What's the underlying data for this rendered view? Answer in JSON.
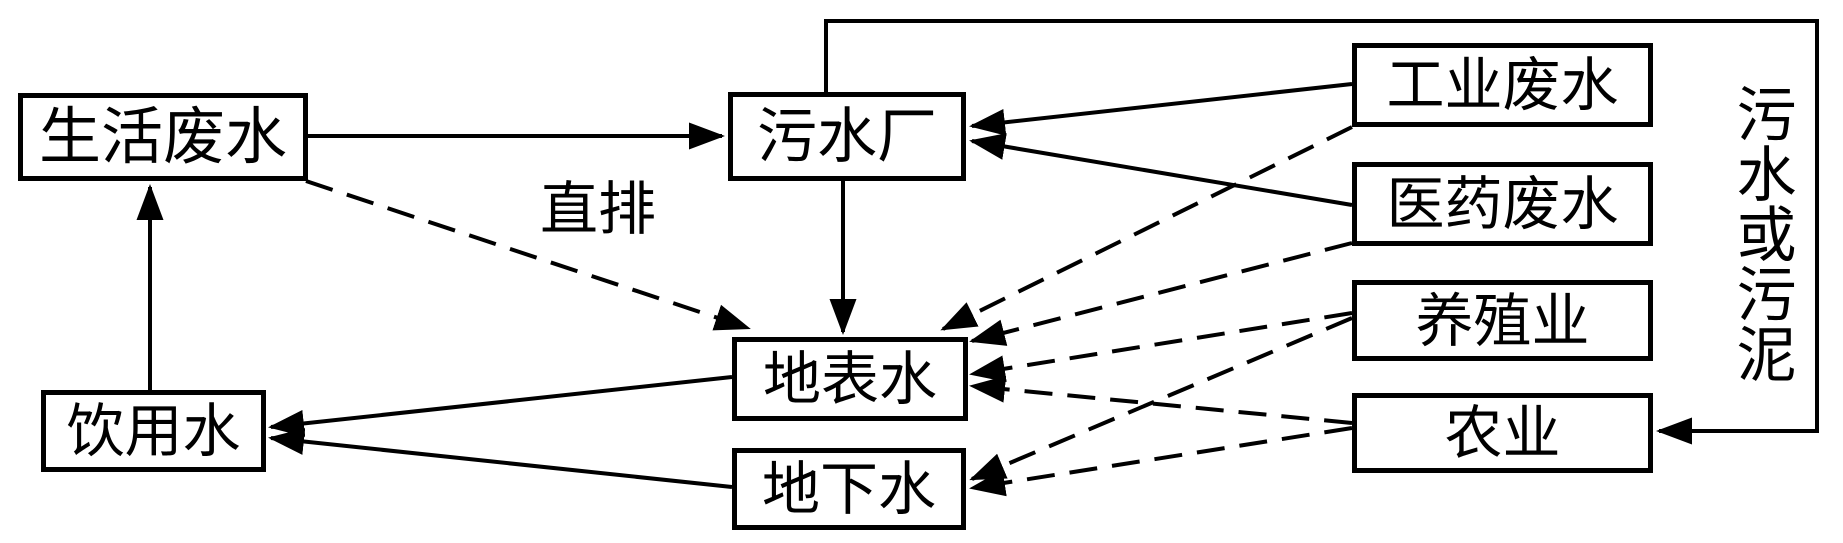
{
  "diagram": {
    "background_color": "#ffffff",
    "line_color": "#000000",
    "nodes": {
      "domestic": {
        "label": "生活废水"
      },
      "plant": {
        "label": "污水厂"
      },
      "industrial": {
        "label": "工业废水"
      },
      "pharma": {
        "label": "医药废水"
      },
      "livestock": {
        "label": "养殖业"
      },
      "agriculture": {
        "label": "农业"
      },
      "surface": {
        "label": "地表水"
      },
      "ground": {
        "label": "地下水"
      },
      "drinking": {
        "label": "饮用水"
      }
    },
    "edge_labels": {
      "direct_discharge": "直排",
      "sewage_or_sludge": "污水或污泥"
    },
    "edges": [
      {
        "from": "生活废水",
        "to": "污水厂",
        "style": "solid"
      },
      {
        "from": "生活废水",
        "to": "地表水",
        "style": "dashed",
        "label": "直排"
      },
      {
        "from": "饮用水",
        "to": "生活废水",
        "style": "solid"
      },
      {
        "from": "污水厂",
        "to": "地表水",
        "style": "solid"
      },
      {
        "from": "污水厂",
        "to": "农业",
        "style": "solid",
        "label": "污水或污泥"
      },
      {
        "from": "工业废水",
        "to": "污水厂",
        "style": "solid"
      },
      {
        "from": "工业废水",
        "to": "地表水",
        "style": "dashed"
      },
      {
        "from": "医药废水",
        "to": "污水厂",
        "style": "solid"
      },
      {
        "from": "医药废水",
        "to": "地表水",
        "style": "dashed"
      },
      {
        "from": "养殖业",
        "to": "地表水",
        "style": "dashed"
      },
      {
        "from": "养殖业",
        "to": "地下水",
        "style": "dashed"
      },
      {
        "from": "农业",
        "to": "地表水",
        "style": "dashed"
      },
      {
        "from": "农业",
        "to": "地下水",
        "style": "dashed"
      },
      {
        "from": "地表水",
        "to": "饮用水",
        "style": "solid"
      },
      {
        "from": "地下水",
        "to": "饮用水",
        "style": "solid"
      }
    ]
  }
}
